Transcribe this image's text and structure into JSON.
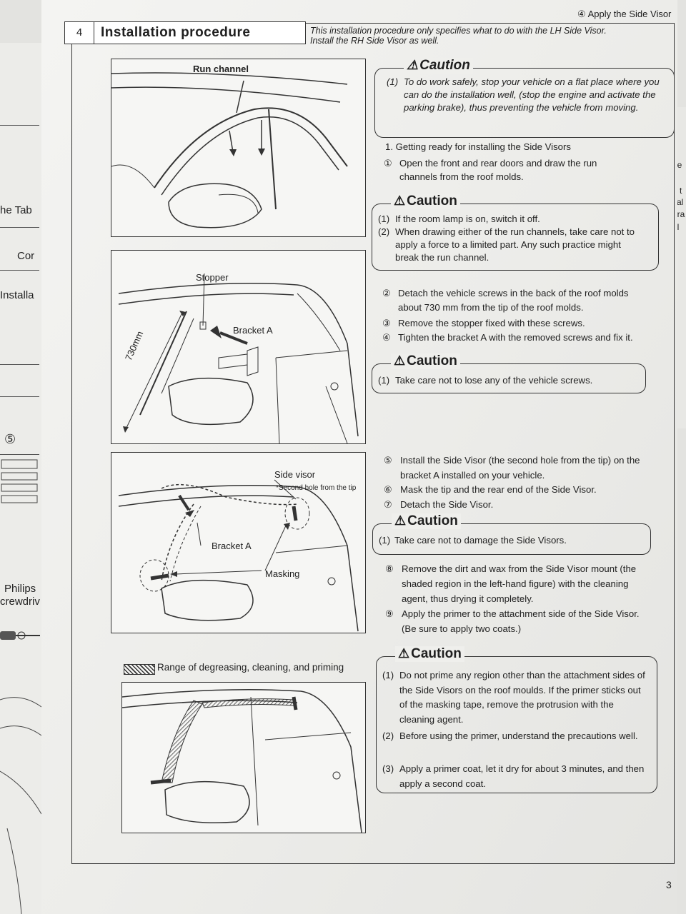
{
  "header": {
    "section_number": "4",
    "section_title": "Installation procedure",
    "intro_line1": "This installation procedure only specifies what to do with the LH Side Visor.",
    "intro_line2": "Install the RH Side Visor as well.",
    "top_right": "Apply the Side Visor",
    "top_right_num": "④"
  },
  "caution_label": "Caution",
  "caution_safety": {
    "items": [
      {
        "num": "(1)",
        "text": "To do work safely, stop your vehicle on a flat place where you can do the installation well, (stop the engine and activate the parking brake), thus preventing the vehicle from moving."
      }
    ]
  },
  "step1": {
    "title": "1. Getting ready for installing the Side Visors",
    "s1_num": "①",
    "s1_text": "Open the front and rear doors and draw the run channels from the roof molds."
  },
  "caution_runchannel": {
    "items": [
      {
        "num": "(1)",
        "text": "If the room lamp is on, switch it off."
      },
      {
        "num": "(2)",
        "text": "When drawing either of the run channels, take care not to apply a force to a limited part. Any such practice might break the run channel."
      }
    ]
  },
  "steps_2_4": [
    {
      "num": "②",
      "text": "Detach the vehicle screws in the back of the roof molds about 730 mm from the tip of the roof molds."
    },
    {
      "num": "③",
      "text": "Remove the stopper fixed with these screws."
    },
    {
      "num": "④",
      "text": "Tighten the bracket A with the removed screws and fix it."
    }
  ],
  "caution_screws": {
    "items": [
      {
        "num": "(1)",
        "text": "Take care not to lose any of the vehicle screws."
      }
    ]
  },
  "steps_5_7": [
    {
      "num": "⑤",
      "text": "Install the Side Visor (the second hole from the tip) on the bracket A installed on your vehicle."
    },
    {
      "num": "⑥",
      "text": "Mask the tip and the rear end of the Side Visor."
    },
    {
      "num": "⑦",
      "text": "Detach the Side Visor."
    }
  ],
  "caution_damage": {
    "items": [
      {
        "num": "(1)",
        "text": "Take care not to damage the Side Visors."
      }
    ]
  },
  "steps_8_9": [
    {
      "num": "⑧",
      "text": "Remove the dirt and wax from the Side Visor mount (the shaded region in the left-hand figure) with the cleaning agent, thus drying it completely."
    },
    {
      "num": "⑨",
      "text": "Apply the primer to the attachment side of the Side Visor. (Be sure to apply two coats.)"
    }
  ],
  "caution_primer": {
    "items": [
      {
        "num": "(1)",
        "text": "Do not prime any region other than the attachment sides of the Side Visors on the roof moulds. If the primer sticks out of the masking tape, remove the protrusion with the cleaning agent."
      },
      {
        "num": "(2)",
        "text": "Before using the primer, understand the precautions well."
      },
      {
        "num": "(3)",
        "text": "Apply a primer coat, let it dry for about 3 minutes, and then apply a second coat."
      }
    ]
  },
  "figures": {
    "fig1_run_channel": "Run channel",
    "fig2_stopper": "Stopper",
    "fig2_bracket": "Bracket A",
    "fig2_dim": "730mm",
    "fig3_side_visor": "Side visor",
    "fig3_hole": "*Second hole from the tip",
    "fig3_bracket": "Bracket A",
    "fig3_masking": "Masking",
    "legend": "Range of degreasing, cleaning, and priming"
  },
  "left_sheet": {
    "t1": "he Tab",
    "t2": "Cor",
    "t3": "Installa",
    "t4": "⑤",
    "t5": "Philips",
    "t6": "crewdriv"
  },
  "right_sheet": {
    "t1": "be",
    "t2": "e",
    "t3": "e t",
    "t4": "Tal",
    "t5": "pra",
    "t6": "al"
  },
  "page_number": "3"
}
